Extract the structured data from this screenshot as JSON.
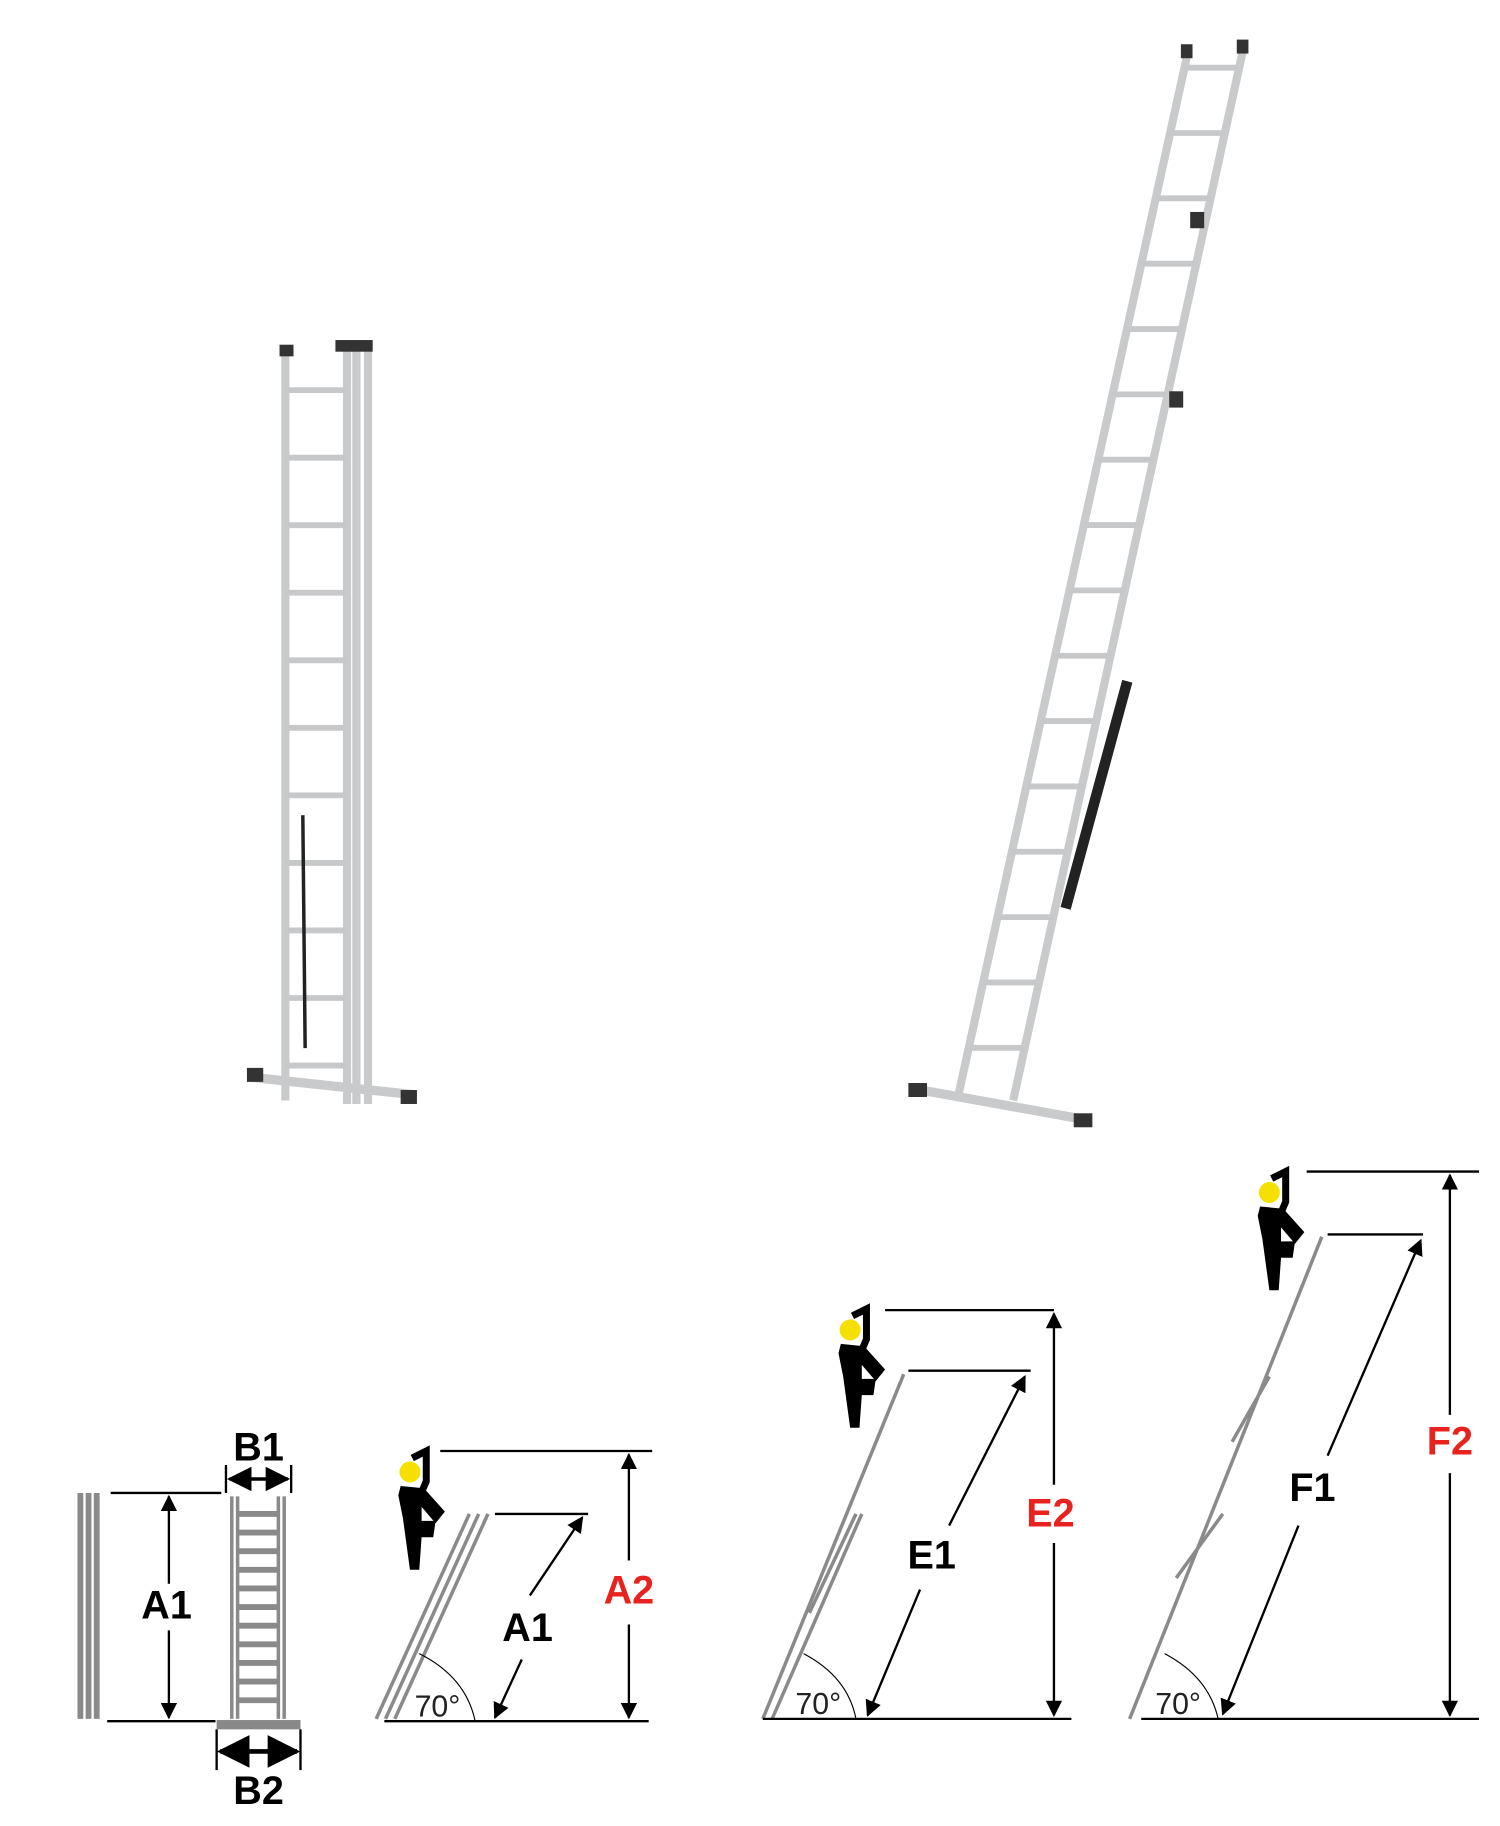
{
  "labels": {
    "b1": "B1",
    "b2": "B2",
    "a1_folded": "A1",
    "a1": "A1",
    "a2": "A2",
    "e1": "E1",
    "e2": "E2",
    "f1": "F1",
    "f2": "F2",
    "angle_a": "70°",
    "angle_e": "70°",
    "angle_f": "70°"
  },
  "colors": {
    "highlight_label": "#e8231f",
    "helmet": "#f5e000",
    "ladder_rail": "#8a8a8a"
  }
}
